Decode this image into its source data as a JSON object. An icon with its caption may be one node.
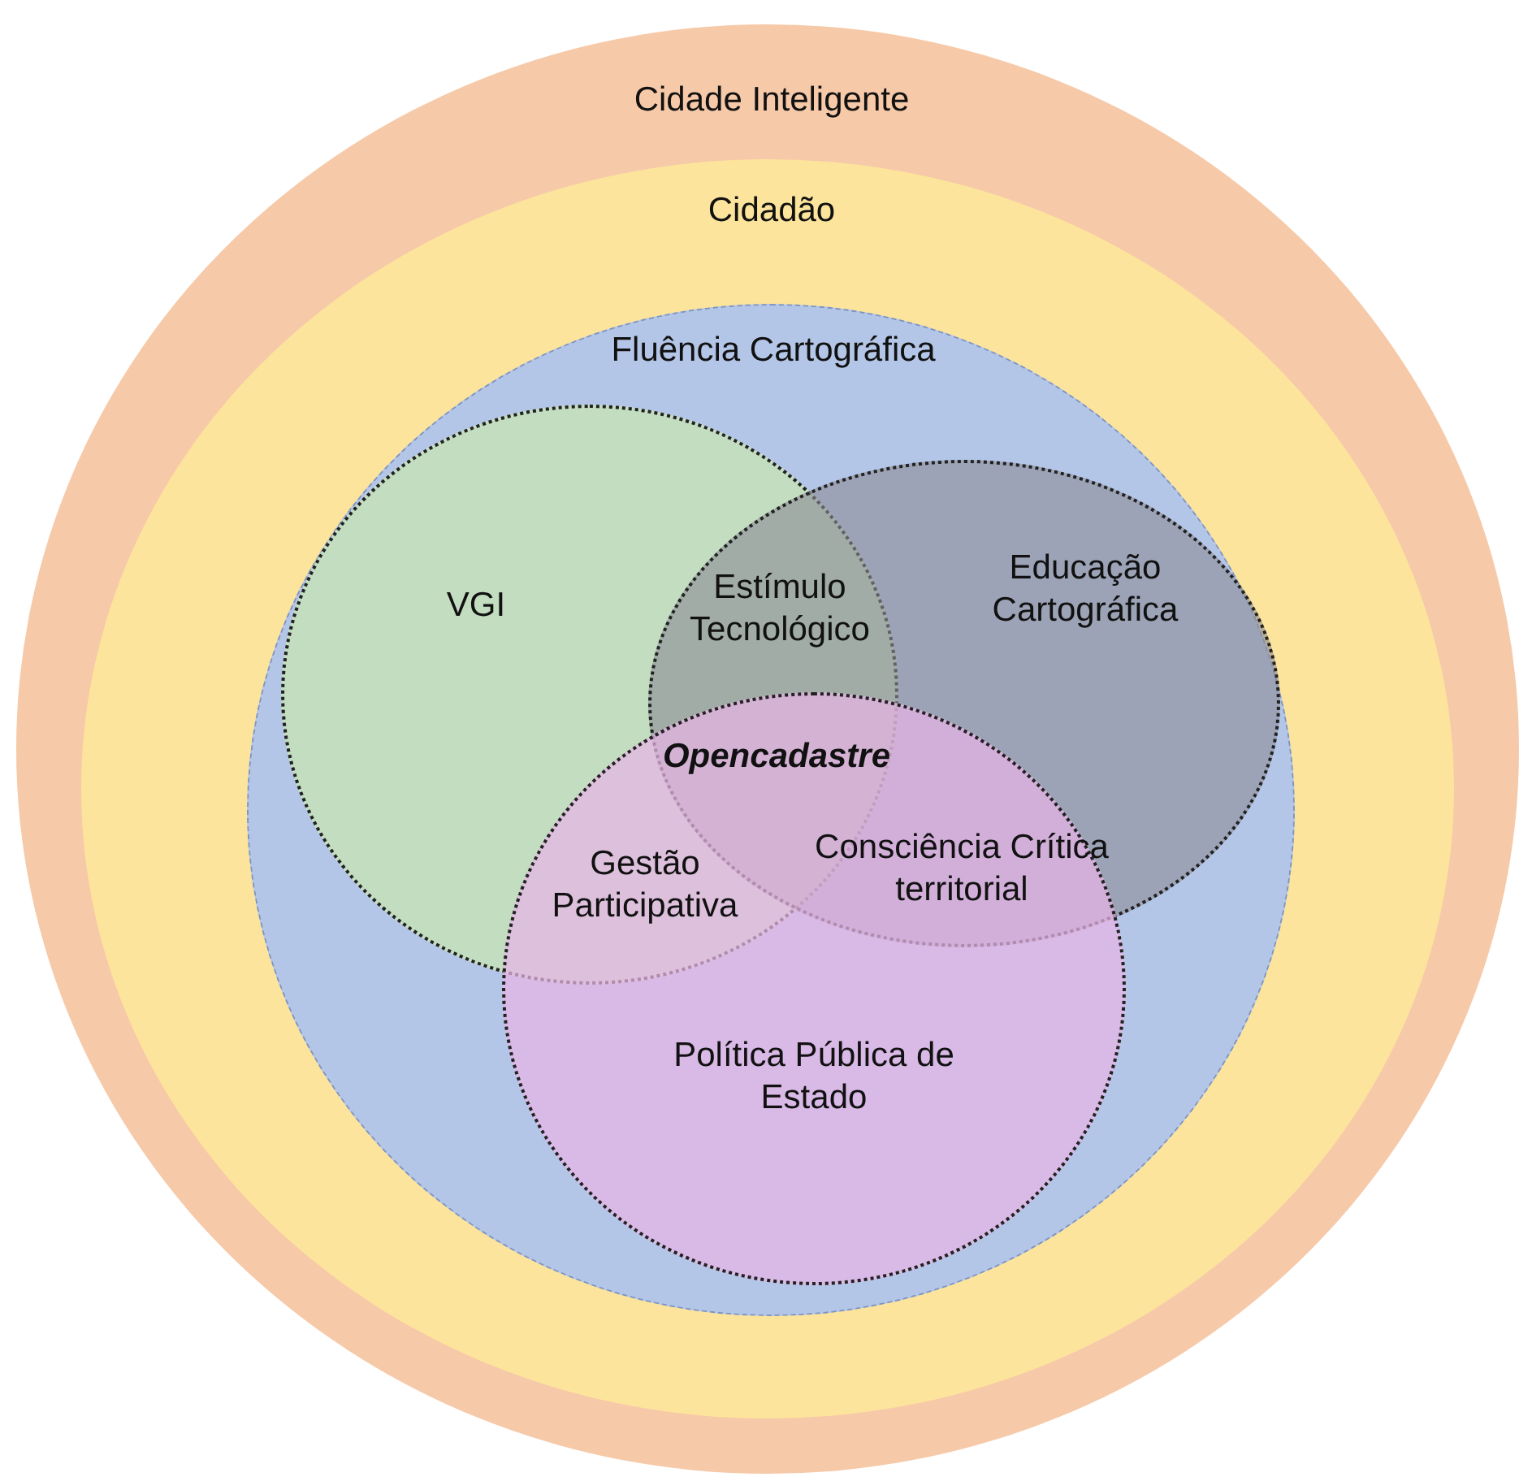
{
  "diagram": {
    "nodes": [
      {
        "text": [
          "Cidade Inteligente"
        ]
      },
      {
        "text": [
          "Cidadão"
        ],
        "in": 0
      },
      {
        "text": [
          "Fluência Cartográfica"
        ],
        "in": 1
      },
      {
        "text": [
          "VGI"
        ],
        "in": 2
      },
      {
        "text": [
          "Educação Cartográfica"
        ],
        "in": 2
      },
      {
        "text": [
          "Política Pública de Estado"
        ],
        "in": 2
      }
    ],
    "labels": [
      "Estímulo Tecnológico",
      "Opencadastre",
      "Gestão Participativa",
      "Consciência Crítica territorial"
    ]
  }
}
